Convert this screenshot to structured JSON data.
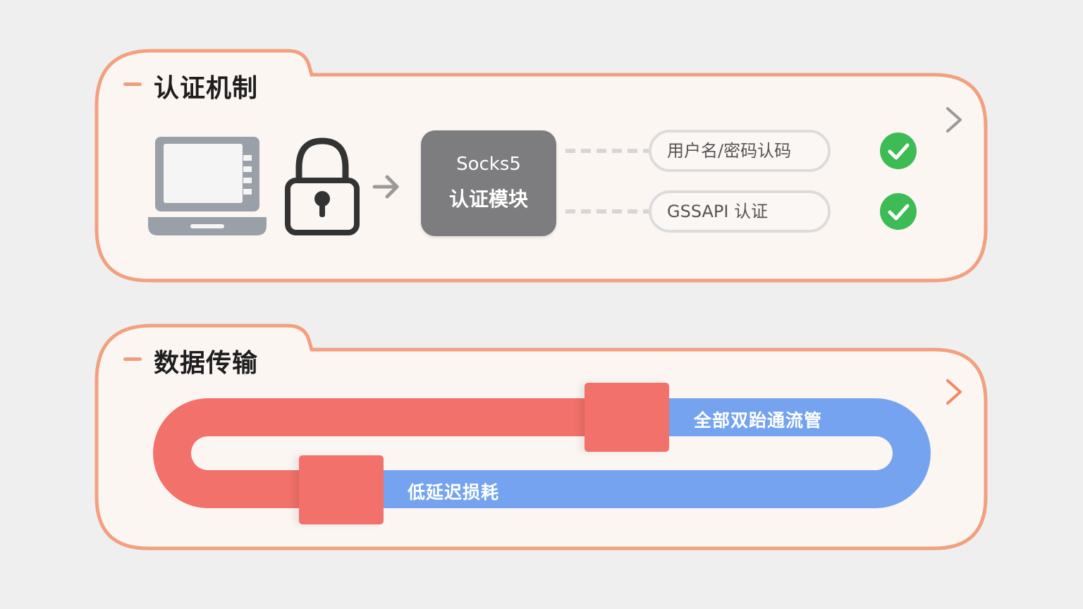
{
  "colors": {
    "background": "#efefef",
    "panel_fill": "#fcf6f3",
    "panel_border": "#f2a07f",
    "module_box": "#7d7d7f",
    "check_green": "#3dbb55",
    "pipe_red": "#f2716a",
    "pipe_blue": "#76a3ef",
    "icon_gray": "#9aa0a8"
  },
  "auth_panel": {
    "title": "认证机制",
    "expand_icon": "chevron-right-icon",
    "client_icon": "laptop-icon",
    "lock_icon": "padlock-icon",
    "arrow_icon": "arrow-right-icon",
    "module": {
      "line1": "Socks5",
      "line2": "认证模块"
    },
    "methods": [
      {
        "label": "用户名/密码认码",
        "status_icon": "checkmark-icon"
      },
      {
        "label": "GSSAPI 认证",
        "status_icon": "checkmark-icon"
      }
    ]
  },
  "transfer_panel": {
    "title": "数据传输",
    "expand_icon": "chevron-right-icon",
    "pipe": {
      "upper_label": "全部双跆通流管",
      "lower_label": "低延迟损耗"
    }
  }
}
